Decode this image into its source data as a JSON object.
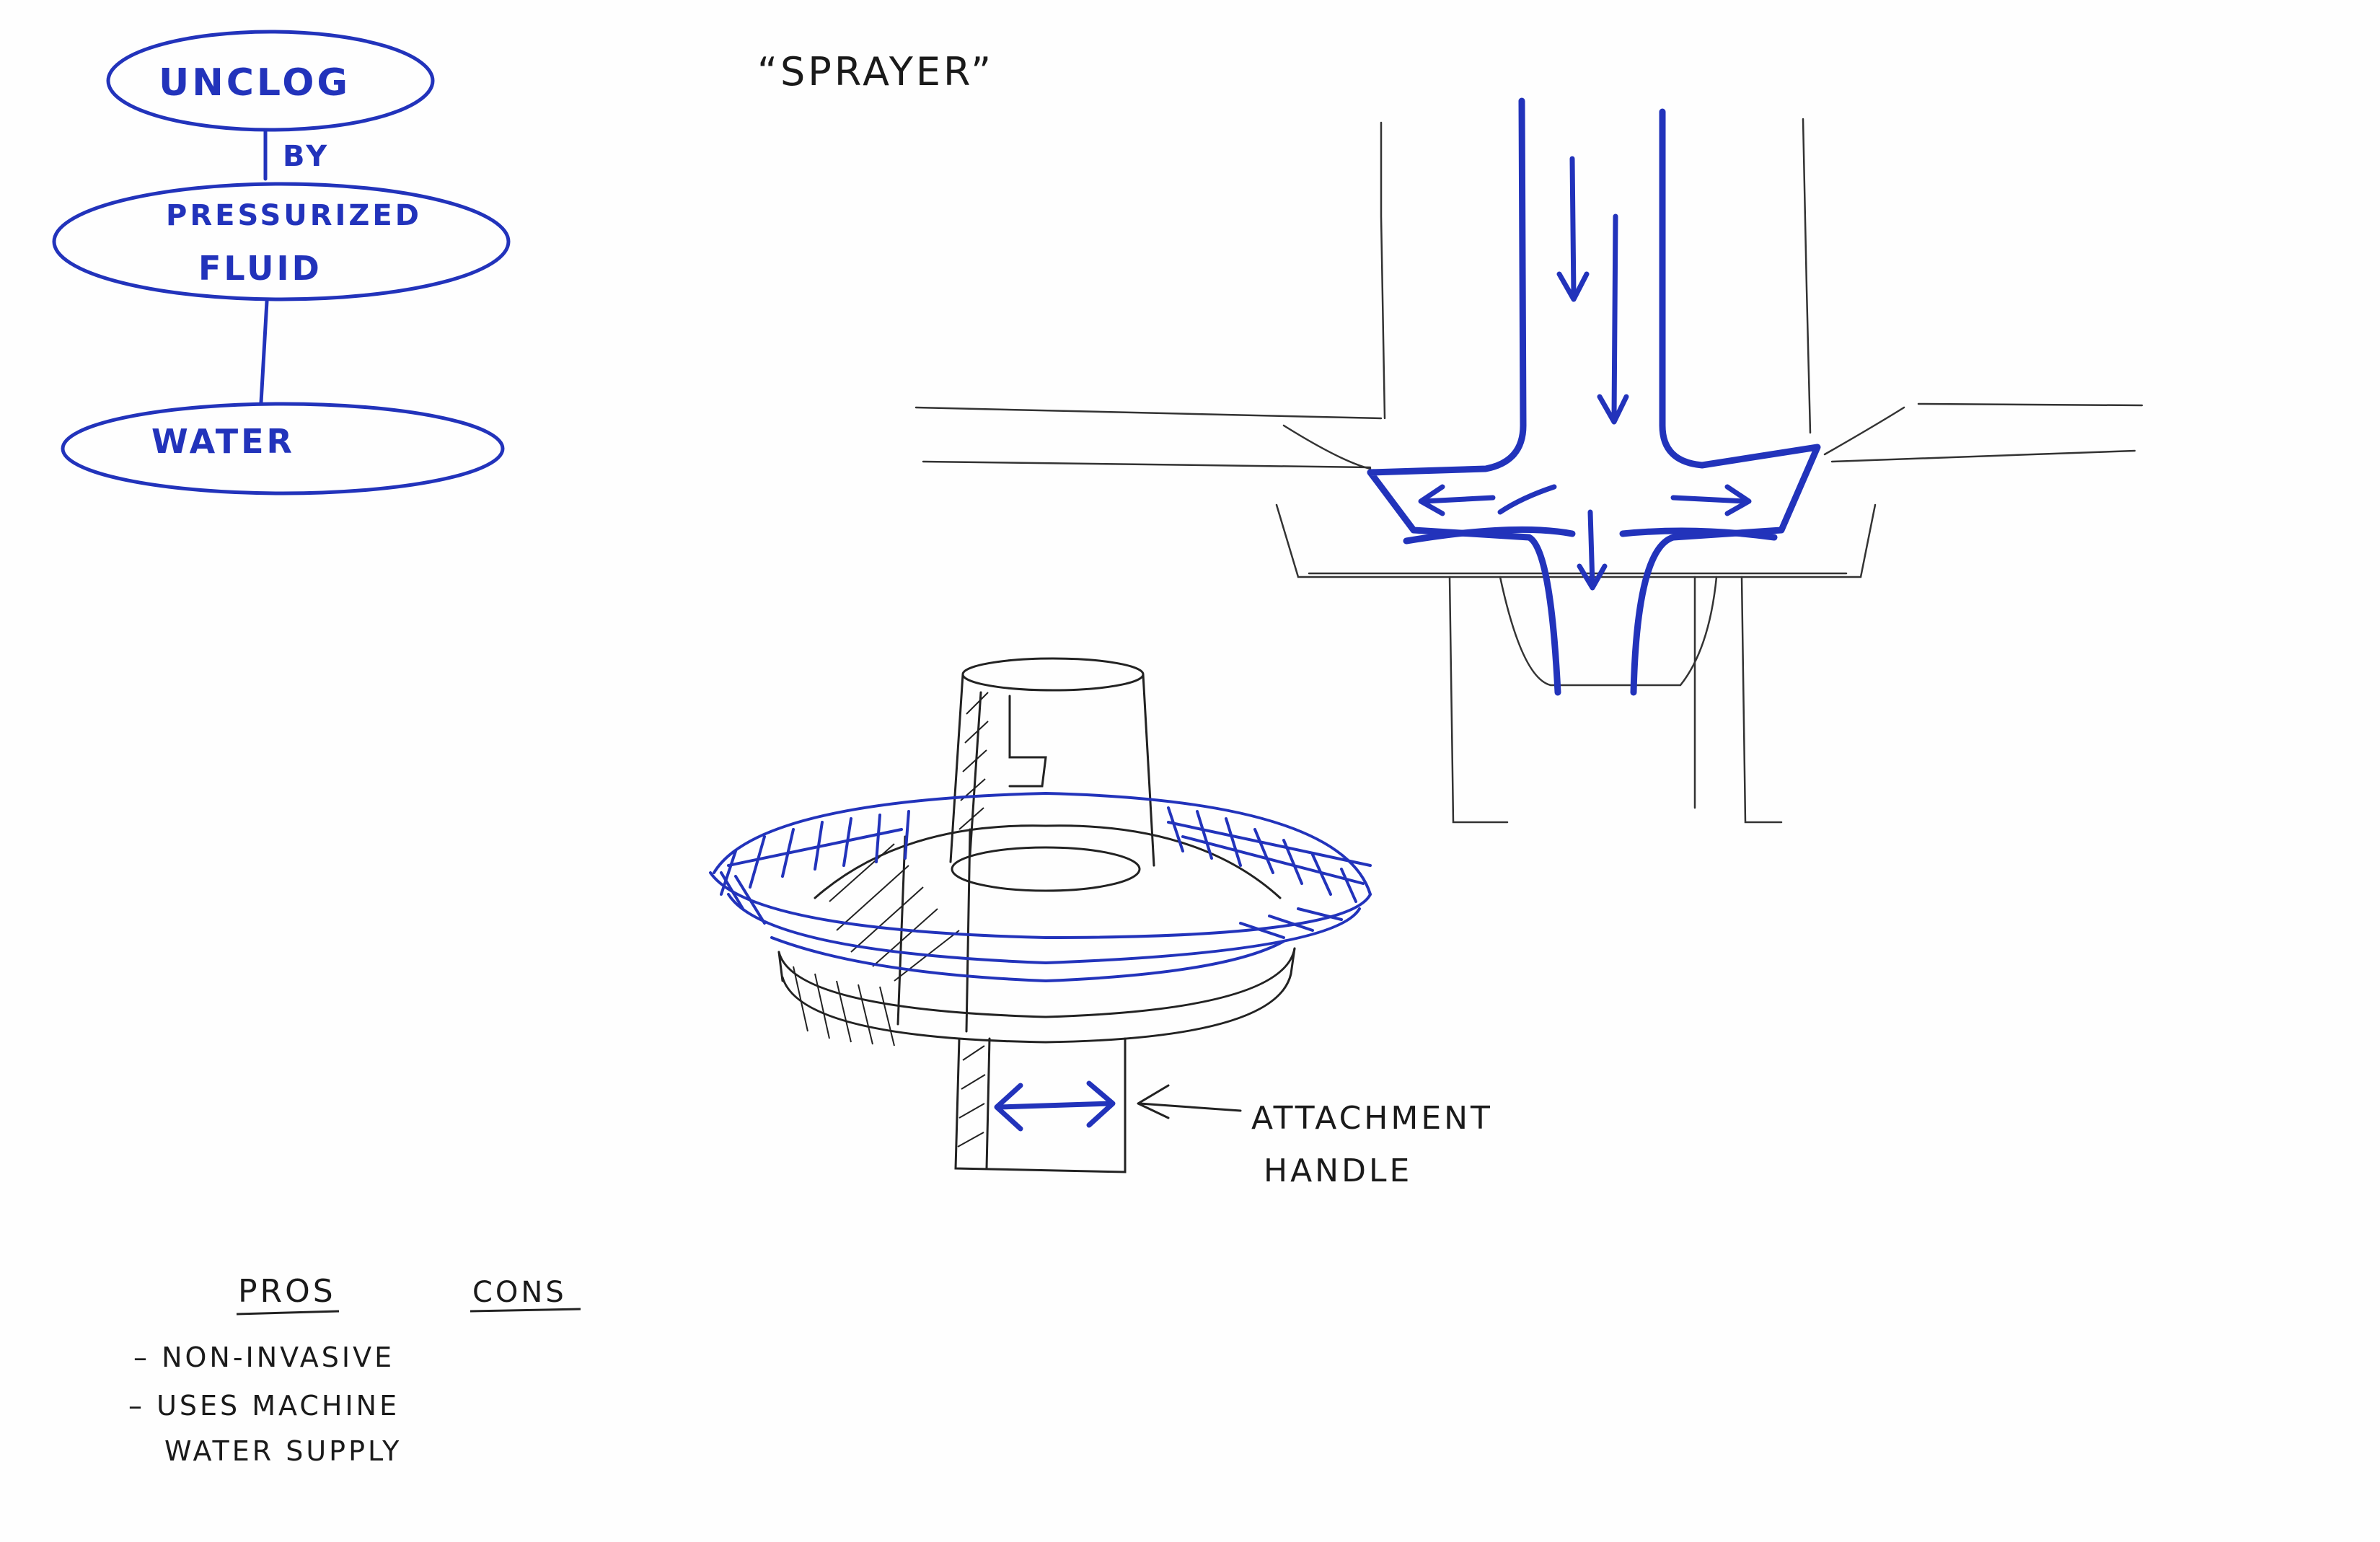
{
  "flowchart": {
    "nodes": [
      {
        "id": "unclog",
        "label": "UNCLOG"
      },
      {
        "id": "pressurized",
        "label_line1": "PRESSURIZED",
        "label_line2": "FLUID"
      },
      {
        "id": "water",
        "label": "WATER"
      }
    ],
    "edge_label": "BY"
  },
  "sketch": {
    "title": "“SPRAYER”",
    "annotation_line1": "ATTACHMENT",
    "annotation_line2": "HANDLE"
  },
  "pros_cons": {
    "pros_header": "PROS",
    "cons_header": "CONS",
    "pros": [
      "– NON-INVASIVE",
      "– USES MACHINE",
      "WATER SUPPLY"
    ]
  },
  "colors": {
    "blue_pen": "#2233bb",
    "black_pen": "#1a1a1a"
  }
}
